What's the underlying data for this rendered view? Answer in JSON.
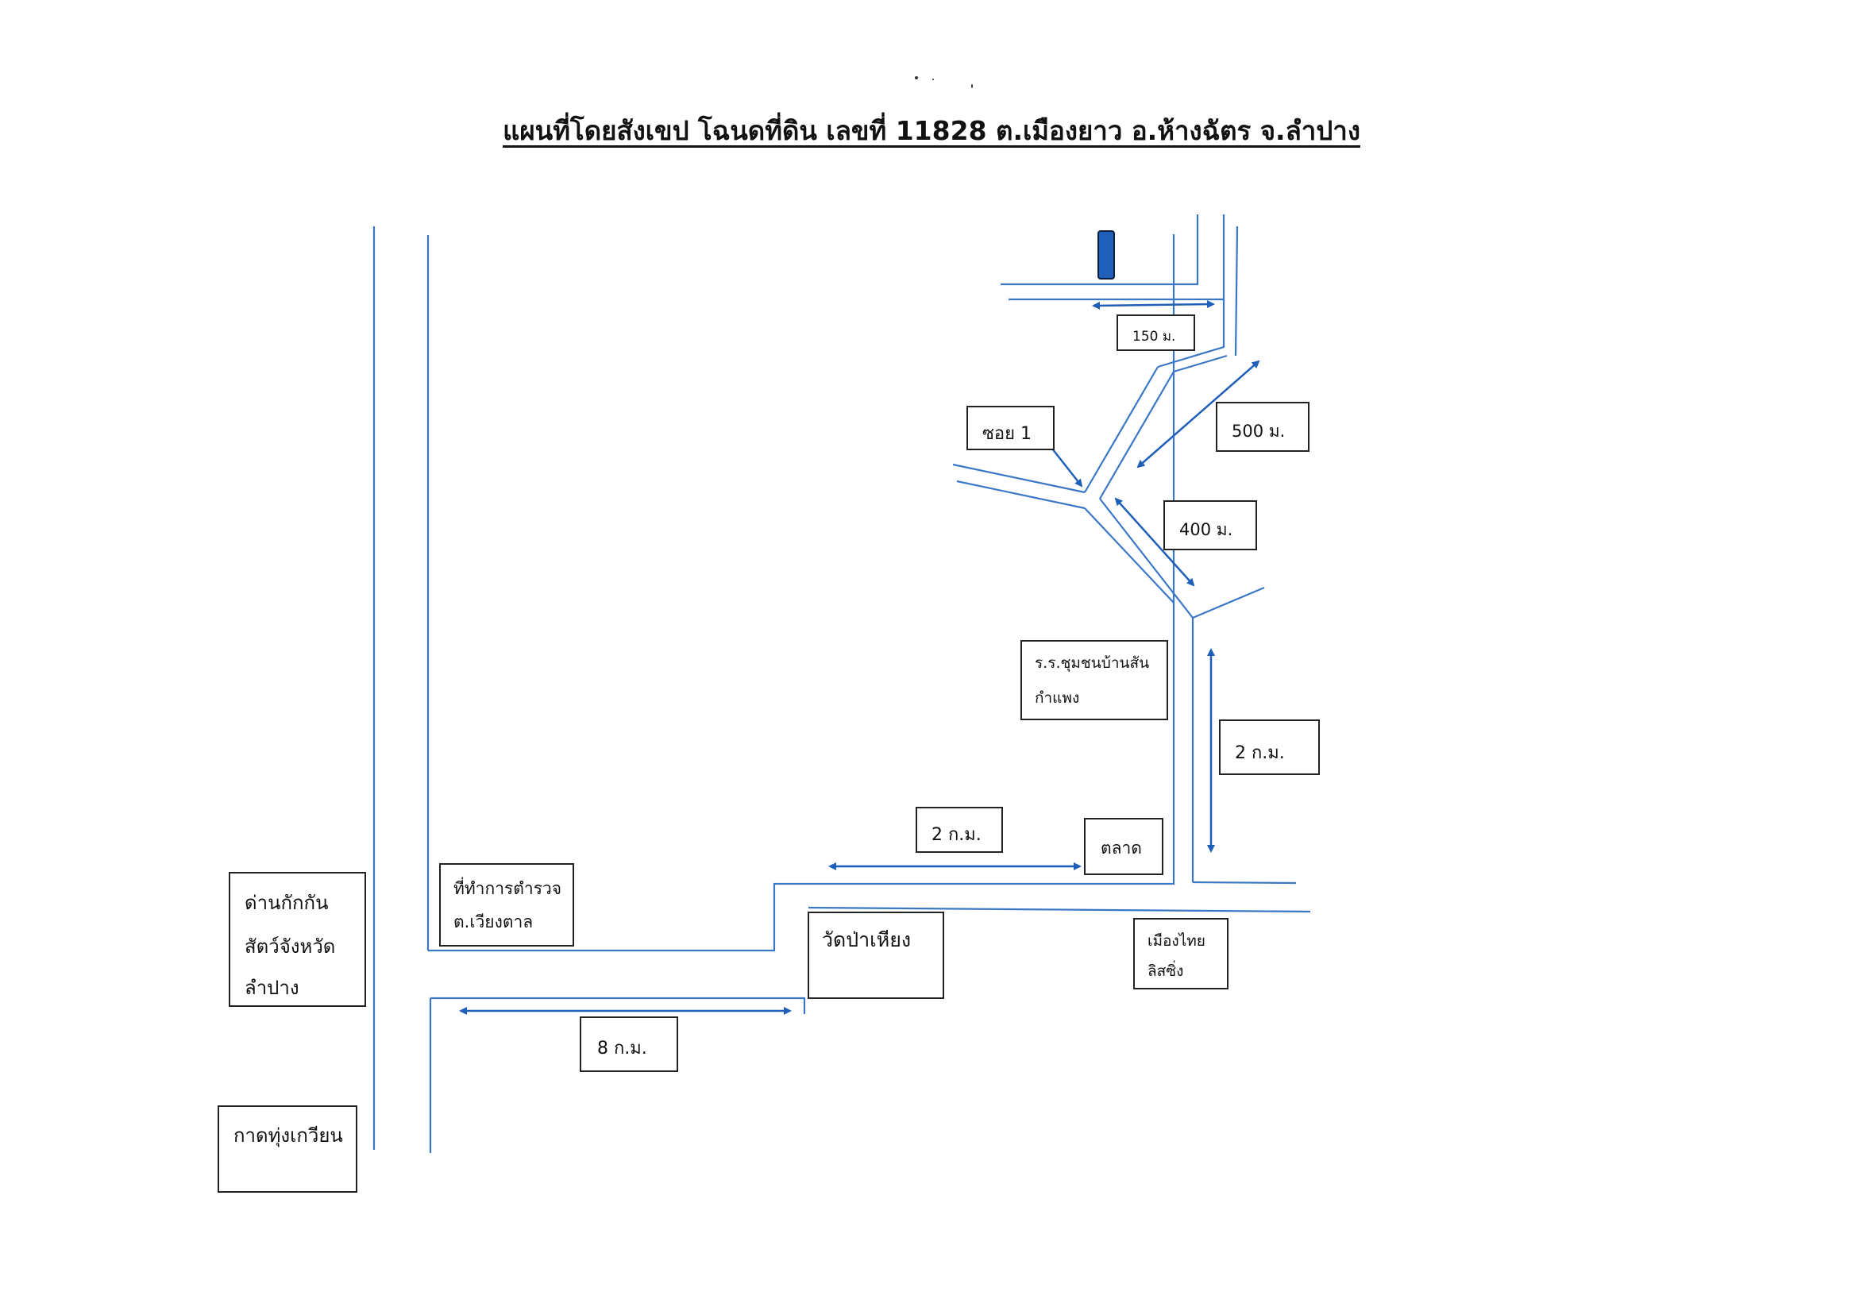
{
  "map": {
    "title": "แผนที่โดยสังเขป โฉนดที่ดิน เลขที่ 11828 ต.เมืองยาว อ.ห้างฉัตร จ.ลำปาง",
    "road_color": "#3a78c7",
    "arrow_color": "#1f5fb8",
    "marker_color": "#1f5fb8",
    "labels": {
      "checkpoint": [
        "ด่านกักกัน",
        "สัตว์จังหวัด",
        "ลำปาง"
      ],
      "kad_thung_kwian": "กาดทุ่งเกวียน",
      "police": [
        "ที่ทำการตำรวจ",
        "ต.เวียงตาล"
      ],
      "wat": "วัดป่าเหียง",
      "muang_thai": [
        "เมืองไทย",
        "ลิสซิ่ง"
      ],
      "market": "ตลาด",
      "school": [
        "ร.ร.ชุมชนบ้านสัน",
        "กำแพง"
      ],
      "soi": "ซอย 1"
    },
    "distances": {
      "d8km": "8 ก.ม.",
      "d2km_h": "2 ก.ม.",
      "d2km_v": "2 ก.ม.",
      "d400": "400 ม.",
      "d500": "500 ม.",
      "d150": "150 ม."
    }
  }
}
